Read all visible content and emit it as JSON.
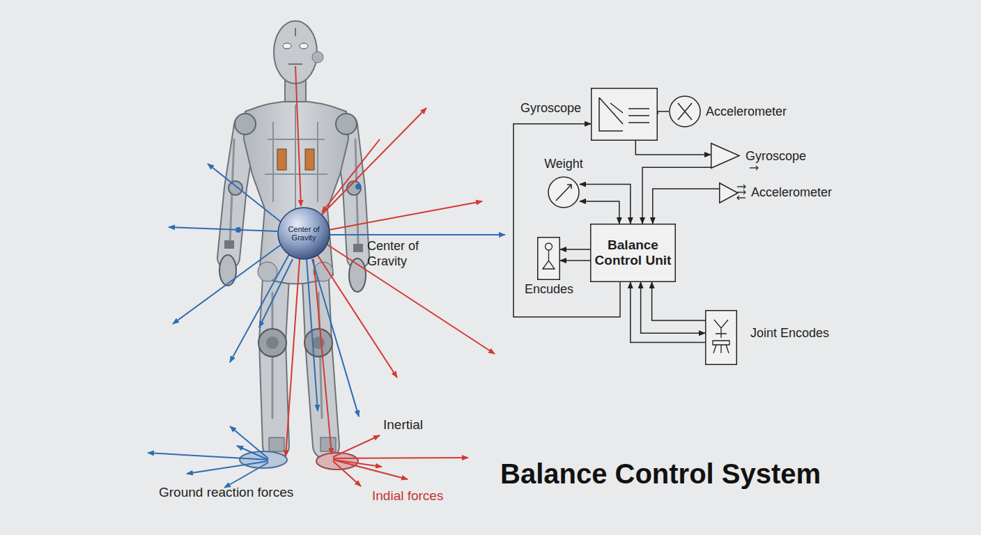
{
  "diagram": {
    "title": "Balance Control System",
    "nodes": [
      {
        "text": [
          "Center of Gravity"
        ]
      },
      {
        "text": [
          "Gyroscope"
        ]
      },
      {
        "text": [
          "Accelerometer"
        ]
      },
      {
        "text": [
          "Gyroscope"
        ]
      },
      {
        "text": [
          "Weight"
        ]
      },
      {
        "text": [
          "Accelerometer"
        ]
      },
      {
        "text": [
          "Balance Control Unit"
        ]
      },
      {
        "text": [
          "Encudes"
        ]
      },
      {
        "text": [
          "Joint Encodes"
        ]
      }
    ],
    "edges": [
      {
        "from": 6,
        "to": 1,
        "arrow": "to"
      },
      {
        "from": 1,
        "to": 3,
        "arrow": "to"
      },
      {
        "from": 1,
        "to": 2,
        "arrow": "none"
      },
      {
        "from": 3,
        "to": 6,
        "arrow": "to"
      },
      {
        "from": 5,
        "to": 6,
        "arrow": "to"
      },
      {
        "from": 4,
        "to": 6,
        "arrow": "both"
      },
      {
        "from": 4,
        "to": 6,
        "arrow": "both"
      },
      {
        "from": 6,
        "to": 7,
        "arrow": "to"
      },
      {
        "from": 6,
        "to": 7,
        "arrow": "to"
      },
      {
        "from": 8,
        "to": 6,
        "arrow": "to"
      },
      {
        "from": 6,
        "to": 8,
        "arrow": "both"
      },
      {
        "from": 8,
        "to": 6,
        "arrow": "to"
      }
    ],
    "labels": [
      "Center of Gravity",
      "Inertial",
      "Ground reaction forces",
      "Indial forces"
    ]
  }
}
